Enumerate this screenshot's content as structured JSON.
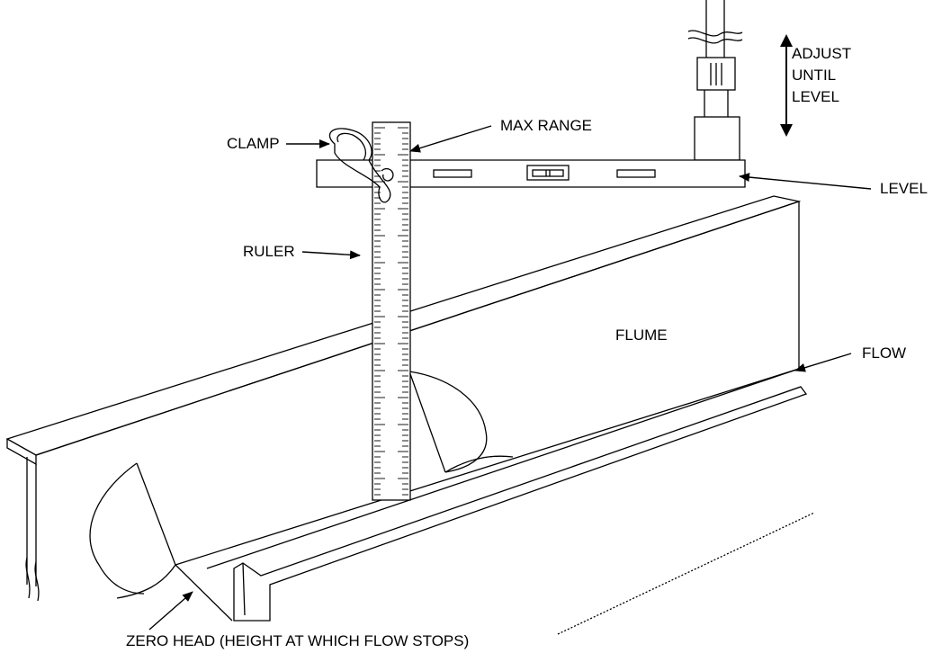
{
  "labels": {
    "adjust_line1": "ADJUST",
    "adjust_line2": "UNTIL",
    "adjust_line3": "LEVEL",
    "max_range": "MAX RANGE",
    "clamp": "CLAMP",
    "level": "LEVEL",
    "ruler": "RULER",
    "flume": "FLUME",
    "flow": "FLOW",
    "zero_head": "ZERO HEAD (HEIGHT AT WHICH FLOW STOPS)"
  }
}
